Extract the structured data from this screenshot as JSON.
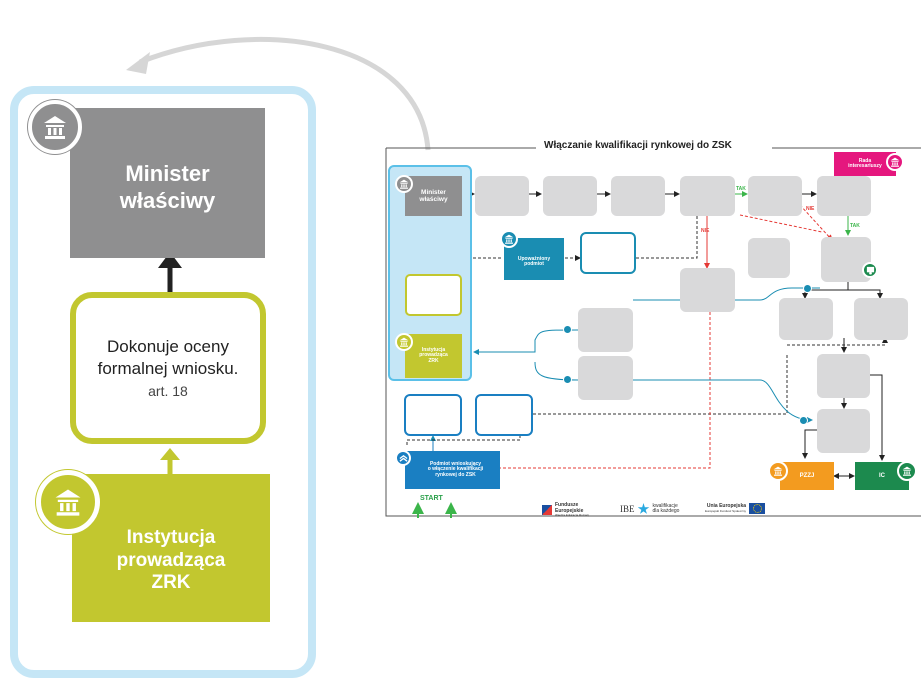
{
  "zoom": {
    "minister_line1": "Minister",
    "minister_line2": "właściwy",
    "step_line1": "Dokonuje oceny",
    "step_line2": "formalnej wniosku.",
    "step_ref": "art. 18",
    "inst_line1": "Instytucja",
    "inst_line2": "prowadząca",
    "inst_line3": "ZRK"
  },
  "diagram": {
    "title": "Włączanie kwalifikacji rynkowej do ZSK",
    "minister_line1": "Minister",
    "minister_line2": "właściwy",
    "upowazniony_line1": "Upoważniony",
    "upowazniony_line2": "podmiot",
    "rada_line1": "Rada",
    "rada_line2": "interesariuszy",
    "inst_line1": "Instytucja",
    "inst_line2": "prowadząca",
    "inst_line3": "ZRK",
    "podmiot_line1": "Podmiot wnioskujący",
    "podmiot_line2": "o włączenie kwalifikacji",
    "podmiot_line3": "rynkowej do ZSK",
    "pzzj": "PZZJ",
    "ic": "IC",
    "tak1": "TAK",
    "tak2": "TAK",
    "nie1": "NIE",
    "nie2": "NIE",
    "start": "START"
  },
  "logos": {
    "fundusze_line1": "Fundusze",
    "fundusze_line2": "Europejskie",
    "fundusze_line3": "Wiedza Edukacja Rozwój",
    "ibe": "IBE",
    "kwal_line1": "kwalifikacje",
    "kwal_line2": "dla każdego",
    "ue_line1": "Unia Europejska",
    "ue_line2": "Europejski Fundusz Społeczny"
  },
  "colors": {
    "panel_border": "#c5e6f6",
    "minister": "#8f8f90",
    "institution": "#c2c72f",
    "teal": "#1a8db2",
    "blue": "#1a7fc2",
    "magenta": "#e5177e",
    "orange": "#f39b1f",
    "green": "#1c8a4e"
  }
}
